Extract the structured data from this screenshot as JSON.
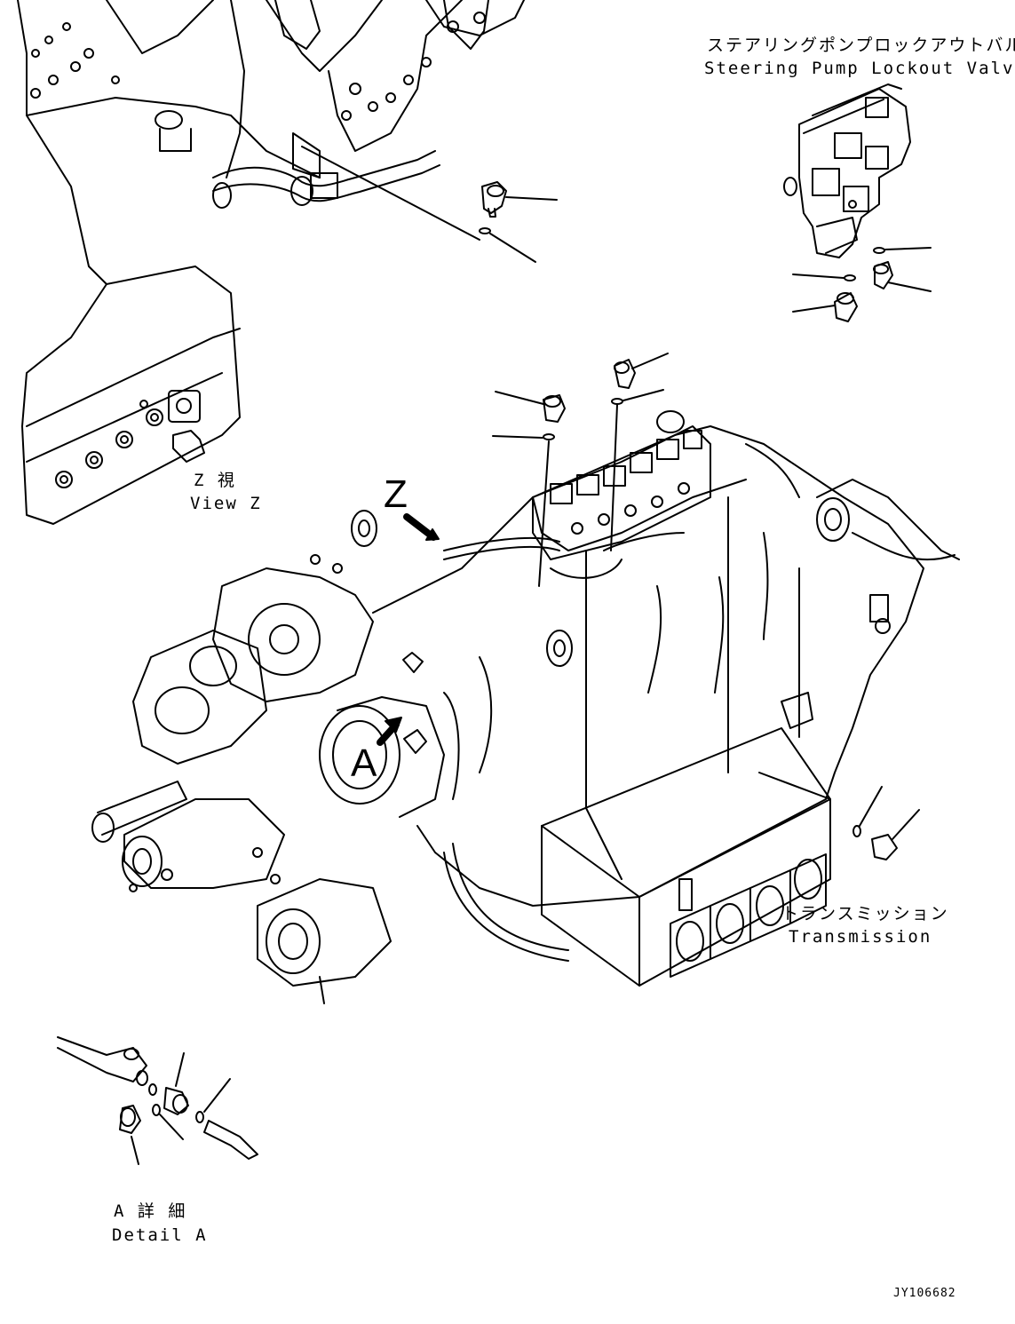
{
  "labels": {
    "valve_jp": "ステアリングポンプロックアウトバルブ",
    "valve_en": "Steering Pump Lockout Valve",
    "view_jp": "Z 視",
    "view_en": "View Z",
    "z_mark": "Z",
    "a_mark": "A",
    "trans_jp": "トランスミッション",
    "trans_en": "Transmission",
    "detail_jp": "A 詳 細",
    "detail_en": "Detail A",
    "drawing_code": "JY106682"
  },
  "icons": [
    "pressure-switch-icon",
    "o-ring-icon",
    "arrow-icon",
    "lifting-eye-icon"
  ]
}
